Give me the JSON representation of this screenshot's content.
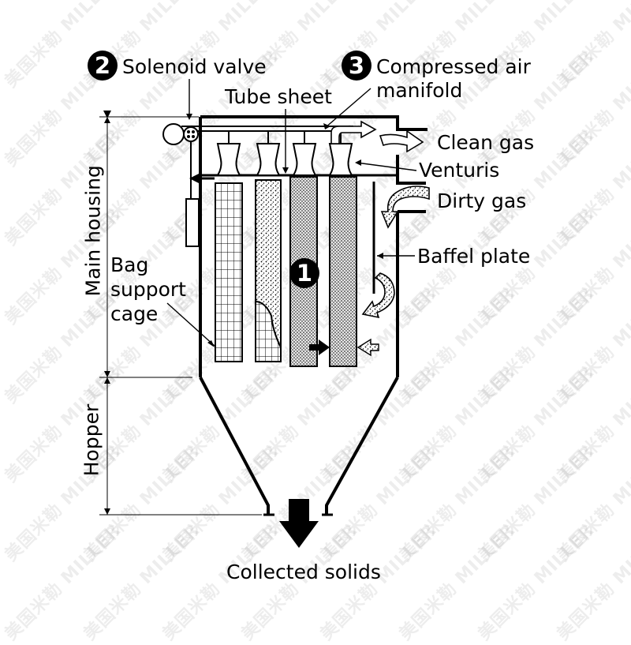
{
  "watermark": "美国米勒 MILLER",
  "labels": {
    "solenoid_valve": "Solenoid valve",
    "solenoid_num": "2",
    "compressed_air_line1": "Compressed air",
    "compressed_air_line2": "manifold",
    "compressed_num": "3",
    "tube_sheet": "Tube sheet",
    "clean_gas": "Clean gas",
    "venturis": "Venturis",
    "dirty_gas": "Dirty gas",
    "baffel_plate": "Baffel plate",
    "bag_support_line1": "Bag",
    "bag_support_line2": "support",
    "bag_support_line3": "cage",
    "bag_num": "1",
    "main_housing": "Main housing",
    "hopper": "Hopper",
    "collected_solids": "Collected solids"
  }
}
